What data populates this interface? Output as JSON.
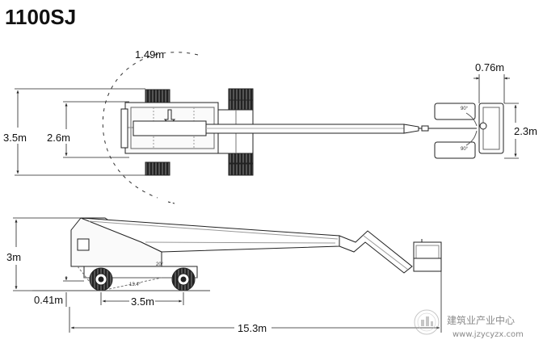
{
  "title": "1100SJ",
  "dimensions": {
    "turn_radius": "1.49m",
    "platform_depth": "0.76m",
    "overall_width": "3.5m",
    "track_width": "2.6m",
    "platform_width": "2.3m",
    "stowed_height": "3m",
    "ground_clearance": "0.41m",
    "wheelbase": "3.5m",
    "overall_length": "15.3m"
  },
  "annotations": {
    "rotation_top": "90°",
    "rotation_bottom": "90°",
    "approach_angle": "20°",
    "depart_angle": "13.4°"
  },
  "watermark": {
    "name": "建筑业产业中心",
    "url": "www.jzycyzx.com"
  }
}
